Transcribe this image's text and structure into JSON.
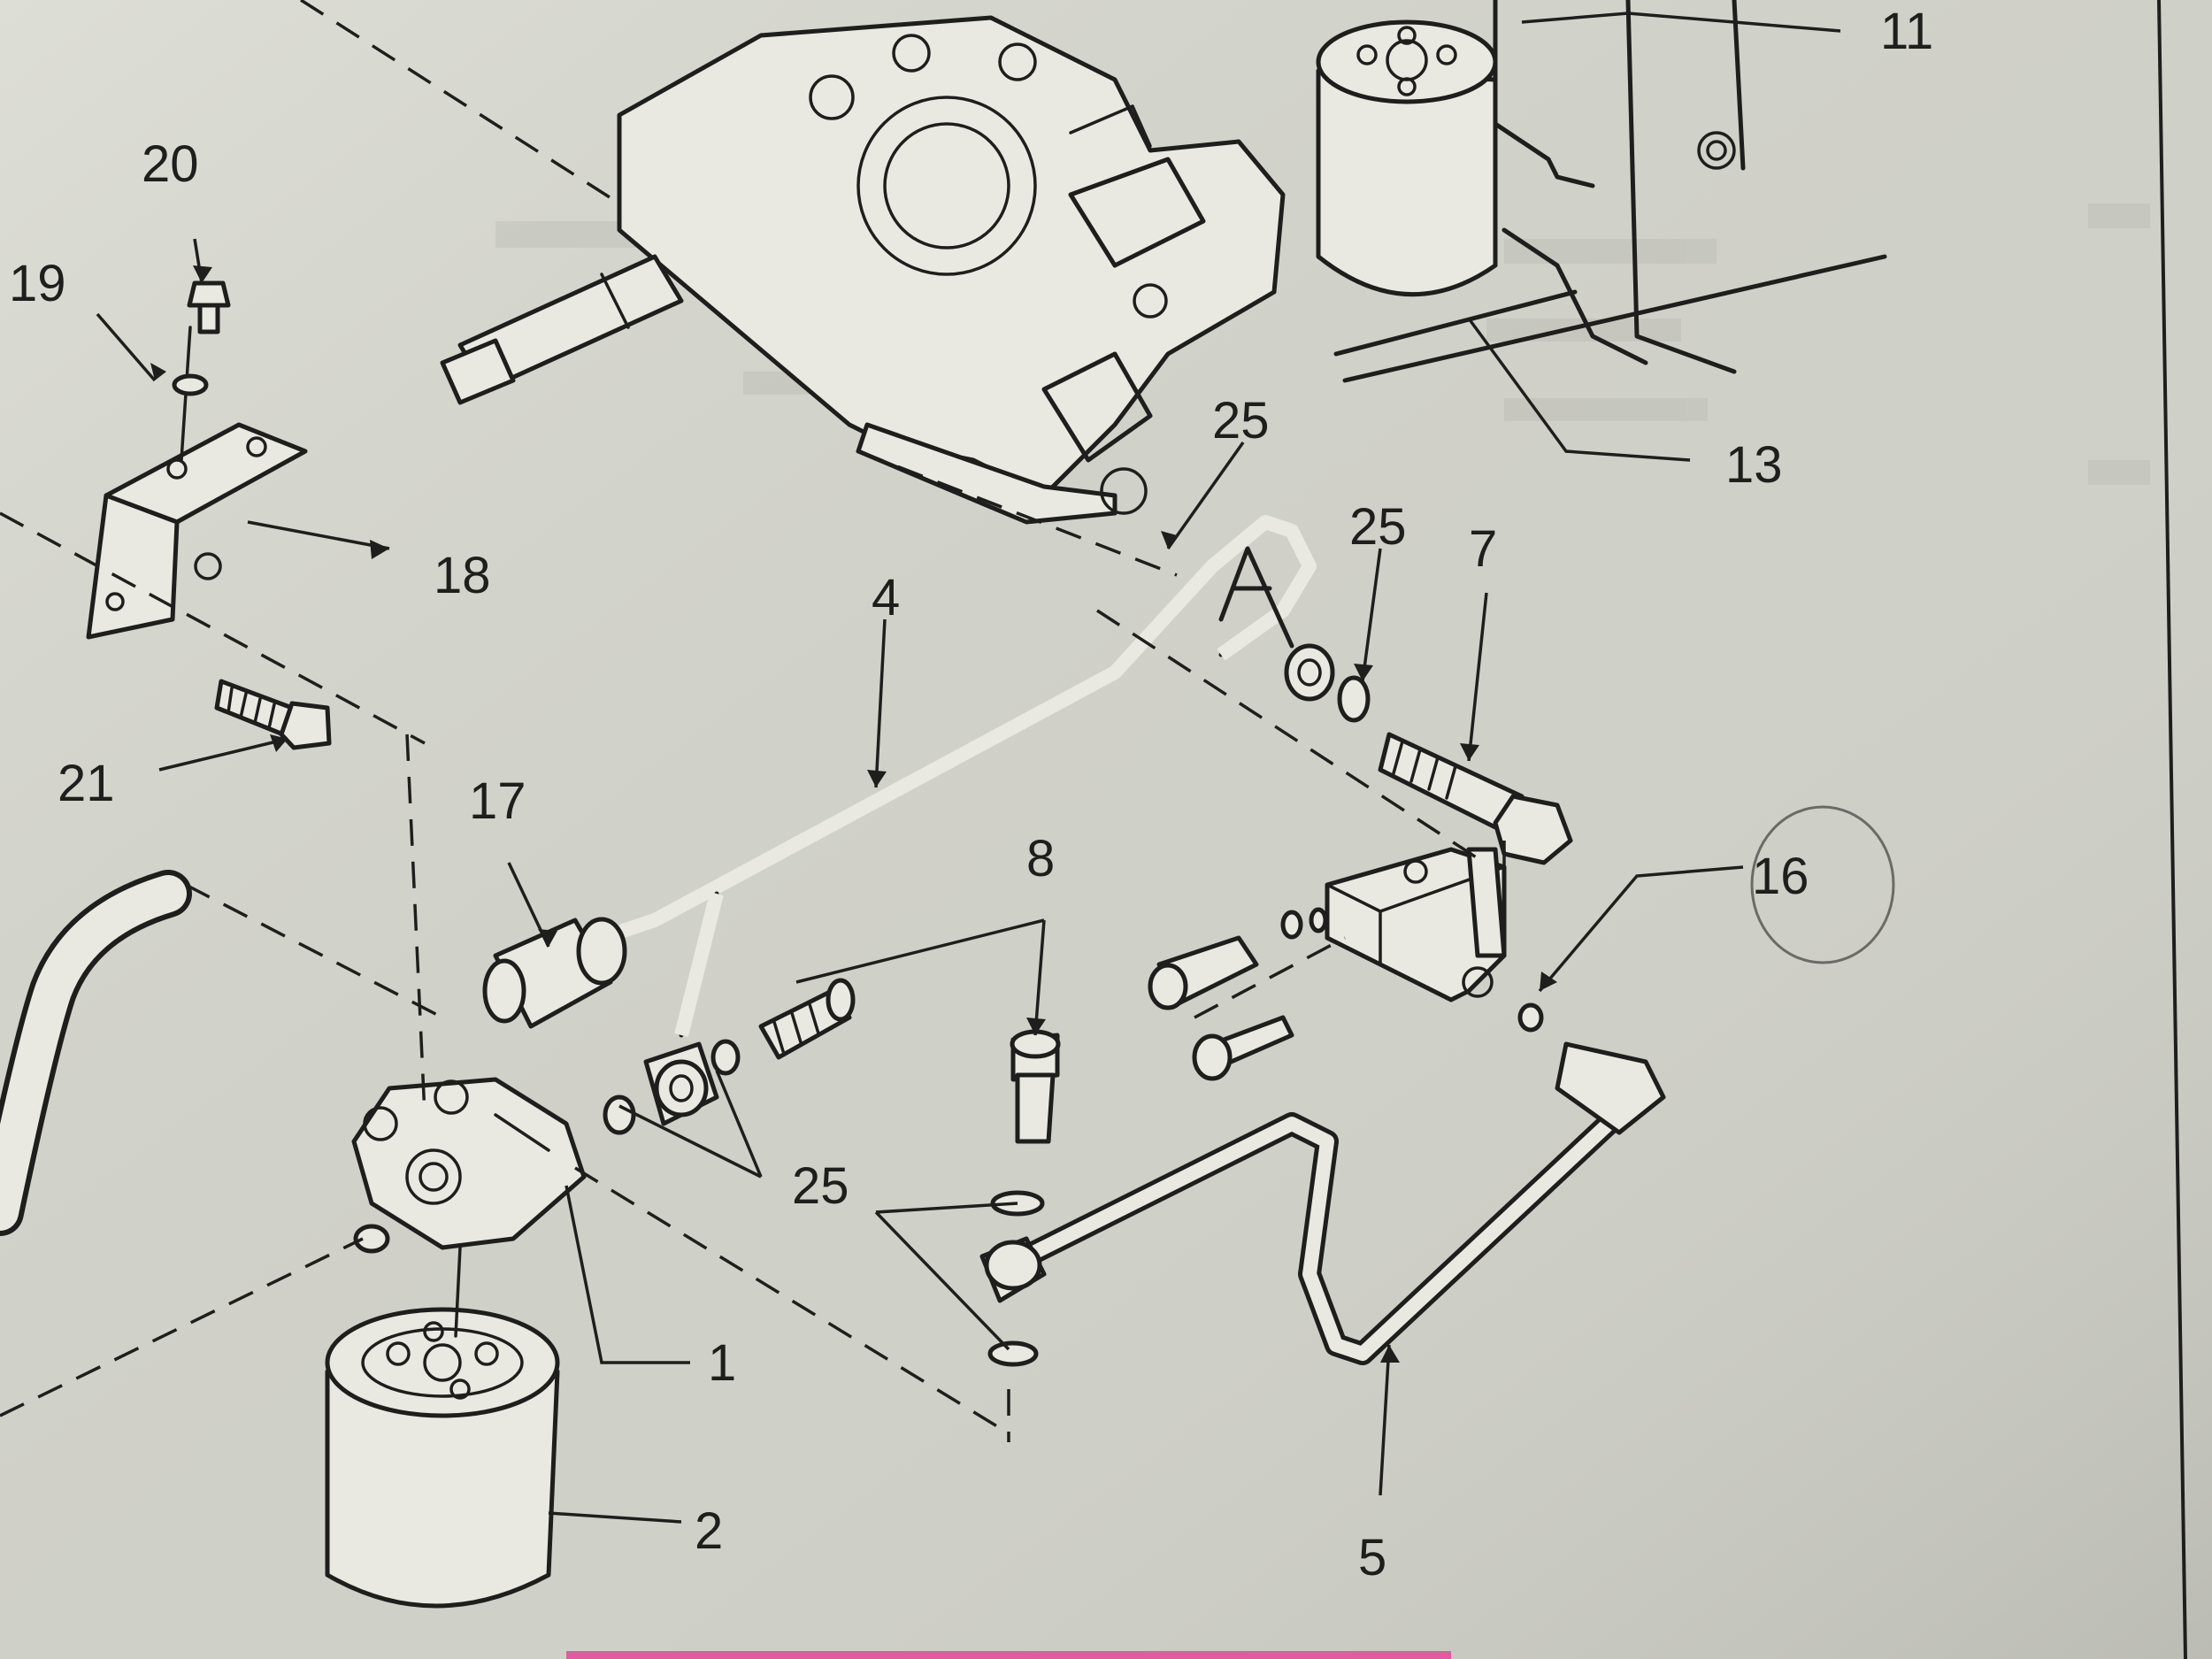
{
  "diagram": {
    "callouts": [
      {
        "id": "c1",
        "label": "1"
      },
      {
        "id": "c2",
        "label": "2"
      },
      {
        "id": "c4",
        "label": "4"
      },
      {
        "id": "c5",
        "label": "5"
      },
      {
        "id": "c7",
        "label": "7"
      },
      {
        "id": "c8",
        "label": "8"
      },
      {
        "id": "c11",
        "label": "11"
      },
      {
        "id": "c13",
        "label": "13"
      },
      {
        "id": "c16",
        "label": "16"
      },
      {
        "id": "c17",
        "label": "17"
      },
      {
        "id": "c18",
        "label": "18"
      },
      {
        "id": "c19",
        "label": "19"
      },
      {
        "id": "c20",
        "label": "20"
      },
      {
        "id": "c21",
        "label": "21"
      },
      {
        "id": "c25a",
        "label": "25"
      },
      {
        "id": "c25b",
        "label": "25"
      },
      {
        "id": "c25c",
        "label": "25"
      }
    ],
    "colors": {
      "paper": "#cfd0c8",
      "ink": "#1e1e1c",
      "highlight_circle": "#6a6a66",
      "page_edge_accent": "#e25aa0"
    }
  }
}
